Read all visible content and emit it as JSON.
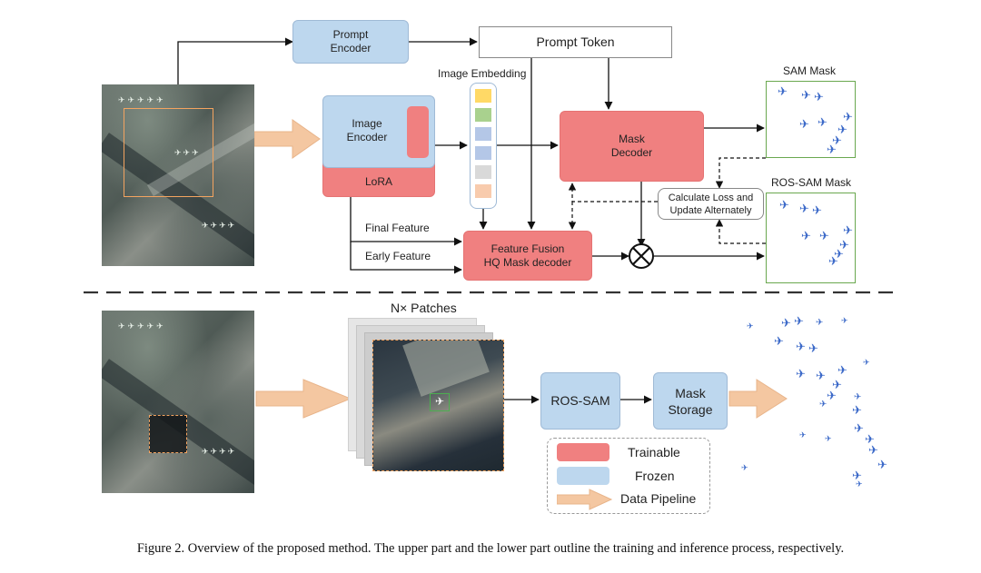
{
  "upper": {
    "prompt_encoder": "Prompt\nEncoder",
    "prompt_token": "Prompt Token",
    "image_embedding": "Image Embedding",
    "image_encoder": "Image\nEncoder",
    "lora": "LoRA",
    "mask_decoder": "Mask\nDecoder",
    "feature_fusion": "Feature Fusion\nHQ Mask decoder",
    "final_feature": "Final Feature",
    "early_feature": "Early Feature",
    "sam_mask": "SAM Mask",
    "ros_sam_mask": "ROS-SAM Mask",
    "calc_loss": "Calculate Loss and\nUpdate Alternately",
    "embedding_colors": [
      "#ffd966",
      "#a9d18e",
      "#b4c7e7",
      "#b4c7e7",
      "#d9d9d9",
      "#f8cbad"
    ]
  },
  "lower": {
    "patches": "N× Patches",
    "ros_sam": "ROS-SAM",
    "mask_storage": "Mask\nStorage"
  },
  "legend": {
    "trainable": "Trainable",
    "frozen": "Frozen",
    "data_pipeline": "Data Pipeline"
  },
  "colors": {
    "trainable": "#f08080",
    "frozen": "#bdd7ee",
    "pipeline_arrow": "#f4c7a1",
    "mask_box_border": "#6aa84f",
    "plane": "#3a68c8"
  },
  "caption": "Figure 2. Overview of the proposed method. The upper part and the lower part outline the training and inference process, respectively."
}
